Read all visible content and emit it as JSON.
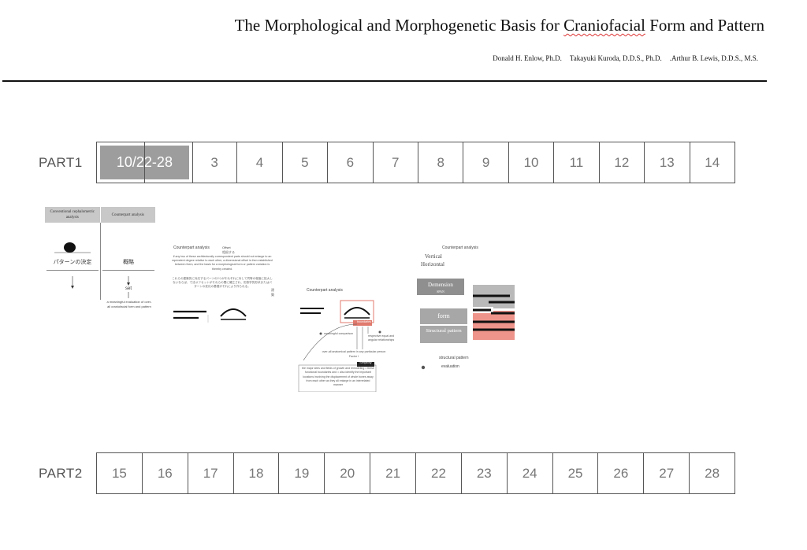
{
  "header": {
    "title_pre": "The Morphological and Morphogenetic Basis for ",
    "title_underlined": "Craniofacial",
    "title_post": " Form and Pattern",
    "authors": [
      "Donald H. Enlow, Ph.D.",
      "Takayuki Kuroda, D.D.S., Ph.D.",
      ".Arthur B. Lewis, D.D.S., M.S."
    ]
  },
  "schedule": {
    "part1": {
      "label": "PART1",
      "cells": [
        "10/22-28",
        "3",
        "4",
        "5",
        "6",
        "7",
        "8",
        "9",
        "10",
        "11",
        "12",
        "13",
        "14"
      ],
      "highlighted_index": 0
    },
    "part2": {
      "label": "PART2",
      "cells": [
        "15",
        "16",
        "17",
        "18",
        "19",
        "20",
        "21",
        "22",
        "23",
        "24",
        "25",
        "26",
        "27",
        "28"
      ]
    }
  },
  "figures": {
    "fig1": {
      "left_header": "Conventional cephalometric analysis",
      "right_header": "Counterpart analysis",
      "left_decision": "パターンの決定",
      "right_word": "概略",
      "right_set": "set",
      "right_caption": "a meaningful evaluation of over-all craniofacial form and pattern"
    },
    "fig2": {
      "heading": "Counterpart analysis",
      "offset_label": "Offset",
      "offset_jp": "相殺する",
      "paragraph": "If any two of these architecturally correspondent parts should not enlarge to an equivalent degree relative to each other, a dimensional offset is then established between them, and the basis for a morphological form or pattern variation is thereby created.",
      "paragraph_jp": "これらの建築的に対応するパーツの2つがそれぞれに対して同等の程度に拡大しないならば、寸法オフセットがそれらの間に確立され、形態学的形状またはパターンの変化の基礎がそれにより作られる。",
      "side_jp": "建築"
    },
    "fig3": {
      "heading": "Counterpart analysis",
      "badge": "boundaries",
      "label_meaningful": "meaningful comparison",
      "label_regional": "respective equal and angular relationships",
      "label_overall": "over-all anatomical pattern in any particular person",
      "label_factor": "Factor I",
      "box_title": "Simplicity",
      "box_text": "the major sites and fields of growth and remodeling = these functional boundaries and = also identify the important locations involving the displacement of whole bones away from each other as they all enlarge in an interrelated manner"
    },
    "fig4": {
      "heading": "Counterpart analysis",
      "vertical": "Vertical",
      "horizontal": "Horizontal",
      "dimension": "Demension",
      "span": "SPAN",
      "form": "form",
      "structural": "Structural pattern",
      "structural_pattern_caption": "structural pattern",
      "evaluation": "evaluation"
    }
  }
}
